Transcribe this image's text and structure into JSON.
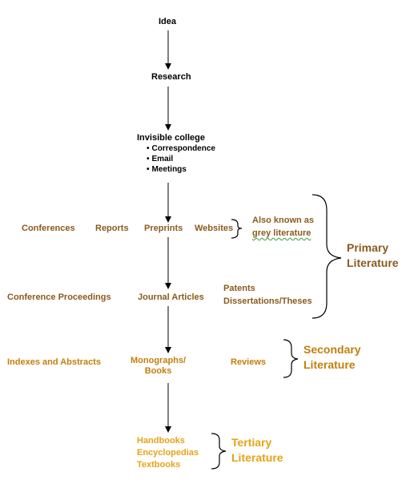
{
  "diagram": {
    "flow": {
      "idea": "Idea",
      "research": "Research",
      "invisible_college": {
        "title": "Invisible college",
        "items": [
          "Correspondence",
          "Email",
          "Meetings"
        ]
      }
    },
    "primary_row1": {
      "conferences": "Conferences",
      "reports": "Reports",
      "preprints": "Preprints",
      "websites": "Websites",
      "grey_note_line1": "Also known as",
      "grey_note_line2": "grey literature"
    },
    "primary_row2": {
      "conference_proceedings": "Conference Proceedings",
      "journal_articles": "Journal Articles",
      "patents": "Patents",
      "dissertations": "Dissertations/Theses"
    },
    "primary_label": {
      "line1": "Primary",
      "line2": "Literature"
    },
    "secondary_row": {
      "indexes": "Indexes and Abstracts",
      "monographs_line1": "Monographs/",
      "monographs_line2": "Books",
      "reviews": "Reviews"
    },
    "secondary_label": {
      "line1": "Secondary",
      "line2": "Literature"
    },
    "tertiary_row": {
      "handbooks": "Handbooks",
      "encyclopedias": "Encyclopedias",
      "textbooks": "Textbooks"
    },
    "tertiary_label": {
      "line1": "Tertiary",
      "line2": "Literature"
    }
  },
  "colors": {
    "text": "#000000",
    "primary": "#8b5a1e",
    "secondary": "#c47e0c",
    "tertiary": "#e8a317"
  }
}
